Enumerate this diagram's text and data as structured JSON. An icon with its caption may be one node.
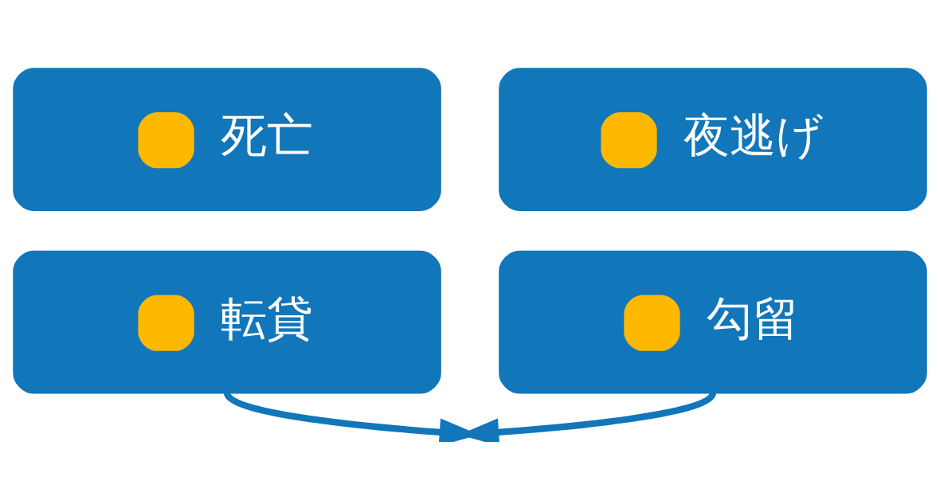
{
  "diagram": {
    "nodes": [
      {
        "text": [
          "死亡"
        ]
      },
      {
        "text": [
          "夜逃げ"
        ]
      },
      {
        "text": [
          "転貸"
        ]
      },
      {
        "text": [
          "勾留"
        ]
      }
    ],
    "edges": [
      {
        "from": 2,
        "to": null,
        "arrow": "to"
      },
      {
        "from": 3,
        "to": null,
        "arrow": "to"
      }
    ]
  }
}
